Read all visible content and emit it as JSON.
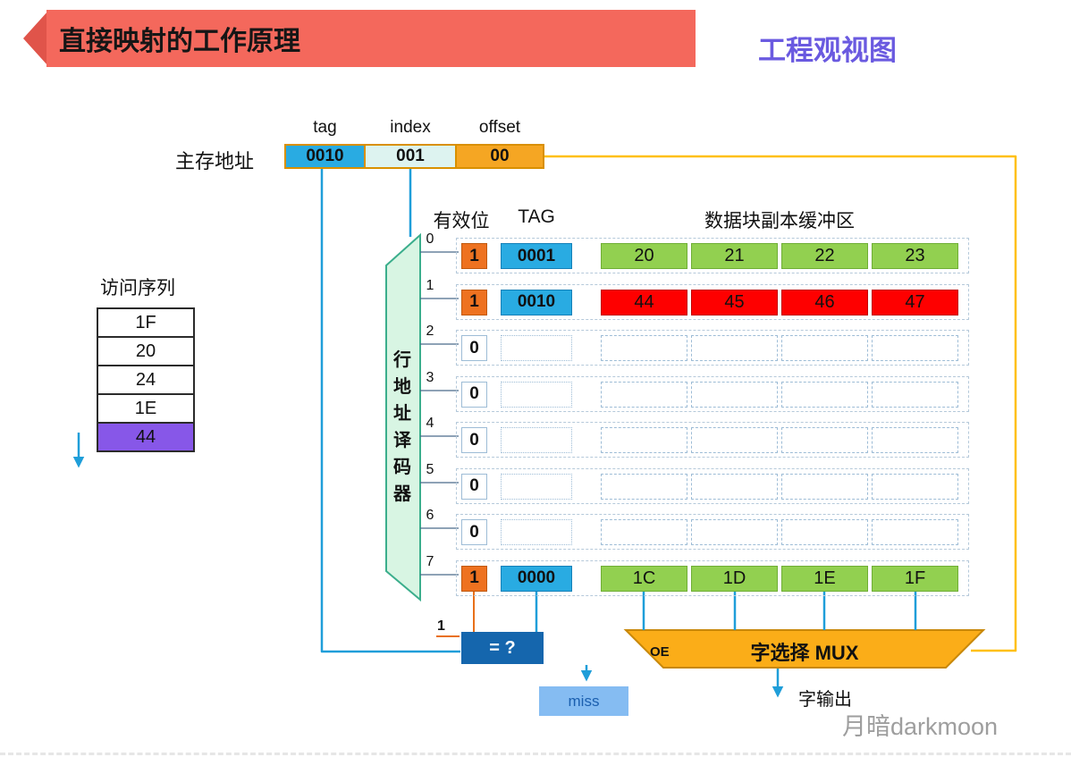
{
  "colors": {
    "banner": "#F4685C",
    "banner-dark": "#E0544A",
    "title-purple": "#6A5AE0",
    "tag-blue": "#29ABE2",
    "index-bg": "#DDF3F0",
    "offset-orange": "#F5A623",
    "addr-border": "#D99000",
    "valid-orange": "#EE7220",
    "cell-green": "#92D050",
    "cell-red": "#FE0000",
    "highlight-purple": "#8757E8",
    "decoder-fill": "#D8F5E3",
    "decoder-stroke": "#3BAE8C",
    "comparator-blue": "#1566AD",
    "miss-bg": "#85BCF2",
    "miss-text": "#1B5FAF",
    "mux-orange": "#FBAD18",
    "line-blue": "#1F9ED9",
    "line-yellow": "#FFC010",
    "line-orange": "#E8701A"
  },
  "header": {
    "banner_title": "直接映射的工作原理",
    "view_title": "工程观视图"
  },
  "address": {
    "label": "主存地址",
    "fields": [
      {
        "name": "tag",
        "value": "0010"
      },
      {
        "name": "index",
        "value": "001"
      },
      {
        "name": "offset",
        "value": "00"
      }
    ]
  },
  "access_sequence": {
    "label": "访问序列",
    "items": [
      "1F",
      "20",
      "24",
      "1E",
      "44"
    ],
    "highlighted": "44"
  },
  "decoder": {
    "label": "行\n地\n址\n译\n码\n器"
  },
  "cache": {
    "col_valid": "有效位",
    "col_tag": "TAG",
    "col_data": "数据块副本缓冲区",
    "rows": [
      {
        "row": "0",
        "valid": "1",
        "tag": "0001",
        "data": [
          "20",
          "21",
          "22",
          "23"
        ],
        "state": "green"
      },
      {
        "row": "1",
        "valid": "1",
        "tag": "0010",
        "data": [
          "44",
          "45",
          "46",
          "47"
        ],
        "state": "red"
      },
      {
        "row": "2",
        "valid": "0",
        "tag": "",
        "data": [
          "",
          "",
          "",
          ""
        ],
        "state": "empty"
      },
      {
        "row": "3",
        "valid": "0",
        "tag": "",
        "data": [
          "",
          "",
          "",
          ""
        ],
        "state": "empty"
      },
      {
        "row": "4",
        "valid": "0",
        "tag": "",
        "data": [
          "",
          "",
          "",
          ""
        ],
        "state": "empty"
      },
      {
        "row": "5",
        "valid": "0",
        "tag": "",
        "data": [
          "",
          "",
          "",
          ""
        ],
        "state": "empty"
      },
      {
        "row": "6",
        "valid": "0",
        "tag": "",
        "data": [
          "",
          "",
          "",
          ""
        ],
        "state": "empty"
      },
      {
        "row": "7",
        "valid": "1",
        "tag": "0000",
        "data": [
          "1C",
          "1D",
          "1E",
          "1F"
        ],
        "state": "green"
      }
    ]
  },
  "comparator": {
    "label": "= ?",
    "input_bit": "1"
  },
  "miss_label": "miss",
  "mux": {
    "oe": "OE",
    "label": "字选择 MUX"
  },
  "output_label": "字输出",
  "watermark": "月暗darkmoon"
}
